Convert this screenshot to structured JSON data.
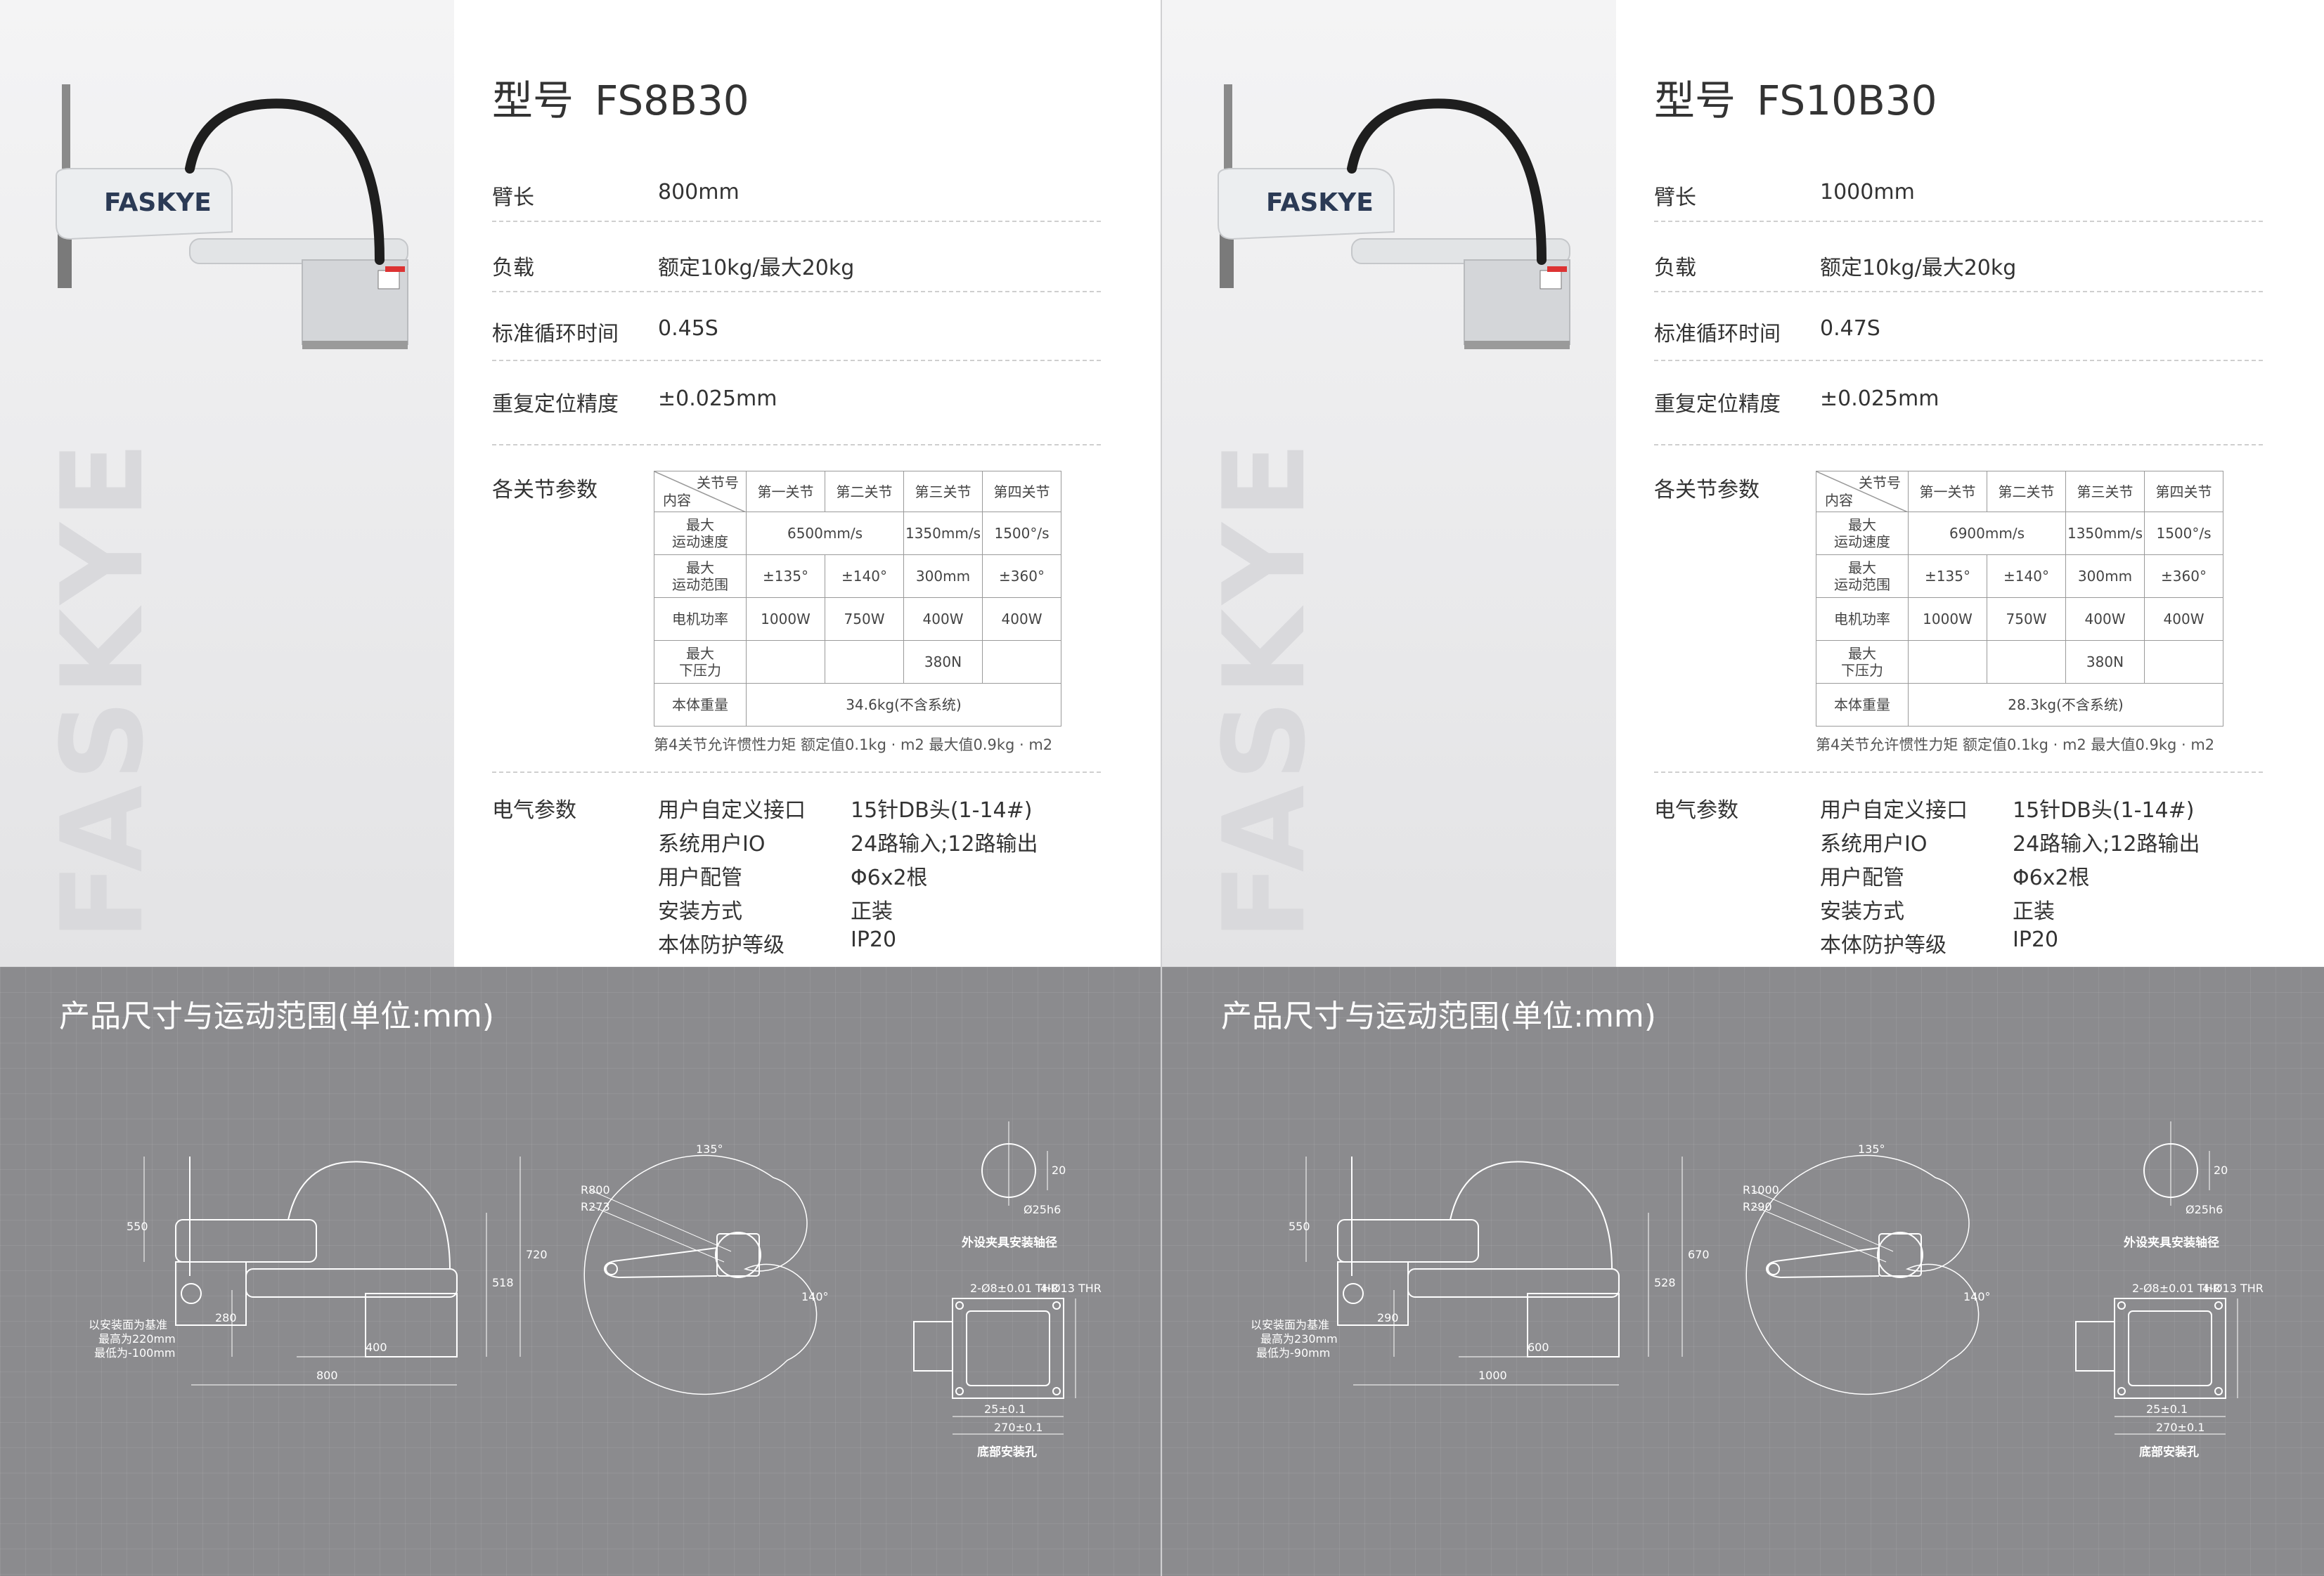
{
  "brand": "FASKYE",
  "labels": {
    "model": "型号",
    "arm_length": "臂长",
    "payload": "负载",
    "cycle_time": "标准循环时间",
    "repeatability": "重复定位精度",
    "joint_params": "各关节参数",
    "electrical": "电气参数",
    "dimensions_title": "产品尺寸与运动范围(单位:mm)"
  },
  "table_headers": {
    "corner_top": "关节号",
    "corner_bottom": "内容",
    "j1": "第一关节",
    "j2": "第二关节",
    "j3": "第三关节",
    "j4": "第四关节",
    "max_speed": "最大\n运动速度",
    "max_range": "最大\n运动范围",
    "motor_power": "电机功率",
    "max_down_force": "最大\n下压力",
    "body_weight": "本体重量"
  },
  "electrical_keys": [
    "用户自定义接口",
    "系统用户IO",
    "用户配管",
    "安装方式",
    "本体防护等级"
  ],
  "drawing_labels": {
    "tool_shaft": "外设夹具安装轴径",
    "base_holes": "底部安装孔",
    "install_ref": "以安装面为基准",
    "shaft_dia": "Ø25h6",
    "hole_a": "2-Ø8±0.01 THR",
    "hole_b": "4-Ø13 THR",
    "dim_25": "25±0.1",
    "dim_270": "270±0.1"
  },
  "products": [
    {
      "model": "FS8B30",
      "arm_length": "800mm",
      "payload": "额定10kg/最大20kg",
      "cycle_time": "0.45S",
      "repeatability": "±0.025mm",
      "joints": {
        "speed_j12": "6500mm/s",
        "speed_j3": "1350mm/s",
        "speed_j4": "1500°/s",
        "range_j1": "±135°",
        "range_j2": "±140°",
        "range_j3": "300mm",
        "range_j4": "±360°",
        "power_j1": "1000W",
        "power_j2": "750W",
        "power_j3": "400W",
        "power_j4": "400W",
        "down_force": "380N",
        "weight": "34.6kg(不含系统)"
      },
      "inertia_note": "第4关节允许惯性力矩    额定值0.1kg · m2    最大值0.9kg · m2",
      "electrical_values": [
        "15针DB头(1-14#)",
        "24路输入;12路输出",
        "Φ6x2根",
        "正装",
        "IP20"
      ],
      "dims": {
        "height_a": "550",
        "height_b": "720",
        "height_c": "518",
        "height_d": "280",
        "width_a": "400",
        "width_b": "800",
        "max_up": "最高为220mm",
        "max_down": "最低为-100mm",
        "r_outer": "R800",
        "r_inner": "R273",
        "ang_a": "135°",
        "ang_b": "140°",
        "ang_c": "20"
      }
    },
    {
      "model": "FS10B30",
      "arm_length": "1000mm",
      "payload": "额定10kg/最大20kg",
      "cycle_time": "0.47S",
      "repeatability": "±0.025mm",
      "joints": {
        "speed_j12": "6900mm/s",
        "speed_j3": "1350mm/s",
        "speed_j4": "1500°/s",
        "range_j1": "±135°",
        "range_j2": "±140°",
        "range_j3": "300mm",
        "range_j4": "±360°",
        "power_j1": "1000W",
        "power_j2": "750W",
        "power_j3": "400W",
        "power_j4": "400W",
        "down_force": "380N",
        "weight": "28.3kg(不含系统)"
      },
      "inertia_note": "第4关节允许惯性力矩    额定值0.1kg · m2    最大值0.9kg · m2",
      "electrical_values": [
        "15针DB头(1-14#)",
        "24路输入;12路输出",
        "Φ6x2根",
        "正装",
        "IP20"
      ],
      "dims": {
        "height_a": "550",
        "height_b": "670",
        "height_c": "528",
        "height_d": "290",
        "width_a": "600",
        "width_b": "1000",
        "max_up": "最高为230mm",
        "max_down": "最低为-90mm",
        "r_outer": "R1000",
        "r_inner": "R290",
        "ang_a": "135°",
        "ang_b": "140°",
        "ang_c": "20"
      }
    }
  ]
}
